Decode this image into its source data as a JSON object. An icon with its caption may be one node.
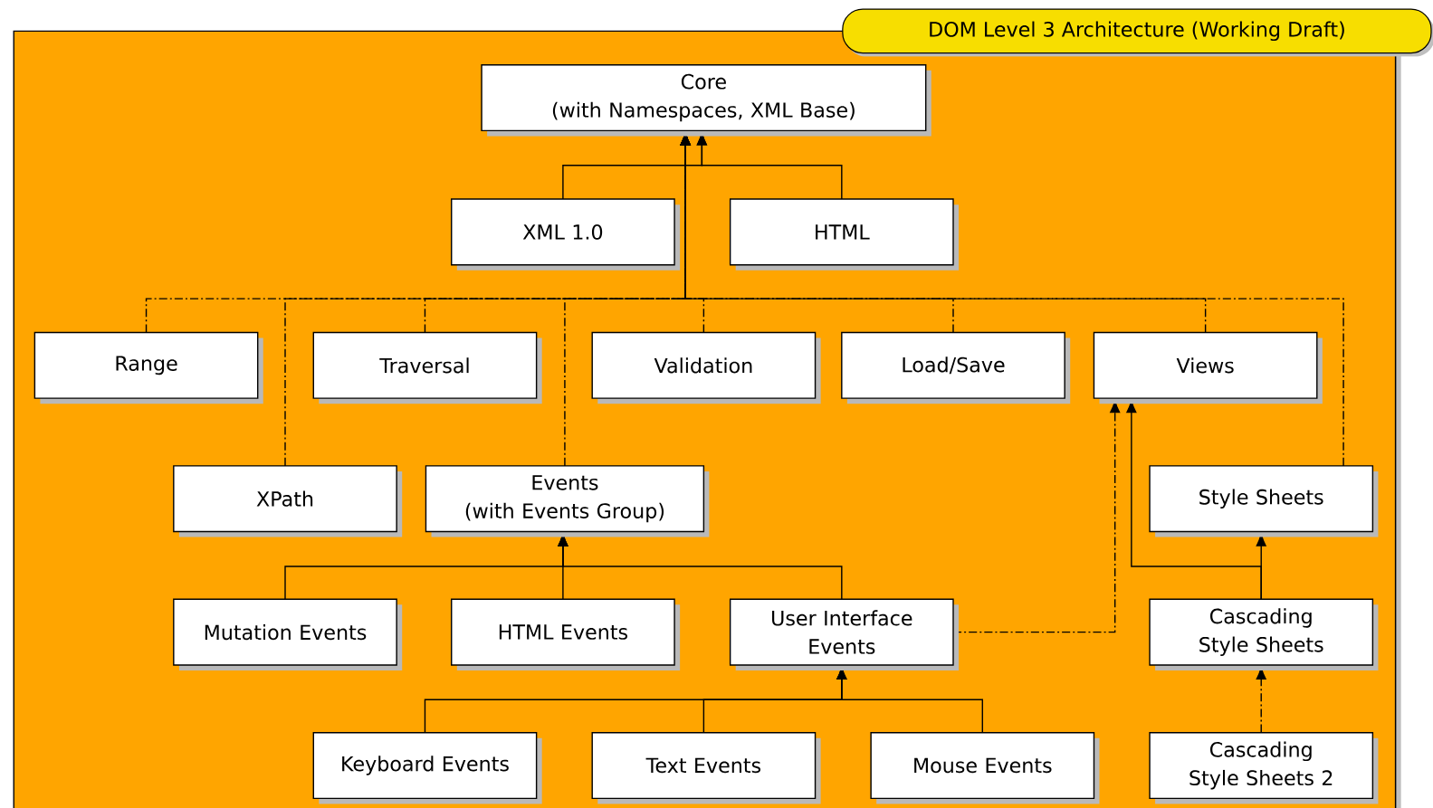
{
  "diagram": {
    "title": "DOM Level 3 Architecture (Working Draft)",
    "nodes": [
      {
        "text": [
          "Core",
          "(with Namespaces, XML Base)"
        ]
      },
      {
        "text": [
          "XML 1.0"
        ]
      },
      {
        "text": [
          "HTML"
        ]
      },
      {
        "text": [
          "Range"
        ]
      },
      {
        "text": [
          "Traversal"
        ]
      },
      {
        "text": [
          "Validation"
        ]
      },
      {
        "text": [
          "Load/Save"
        ]
      },
      {
        "text": [
          "Views"
        ]
      },
      {
        "text": [
          "XPath"
        ]
      },
      {
        "text": [
          "Events",
          "(with Events Group)"
        ]
      },
      {
        "text": [
          "Style Sheets"
        ]
      },
      {
        "text": [
          "Mutation Events"
        ]
      },
      {
        "text": [
          "HTML Events"
        ]
      },
      {
        "text": [
          "User Interface Events"
        ]
      },
      {
        "text": [
          "Cascading Style Sheets"
        ]
      },
      {
        "text": [
          "Keyboard Events"
        ]
      },
      {
        "text": [
          "Text Events"
        ]
      },
      {
        "text": [
          "Mouse Events"
        ]
      },
      {
        "text": [
          "Cascading Style Sheets 2"
        ]
      }
    ],
    "edges": [
      {
        "from": 1,
        "to": 0,
        "arrow": "to"
      },
      {
        "from": 2,
        "to": 0,
        "arrow": "to"
      },
      {
        "from": 3,
        "to": 0,
        "arrow": "to",
        "style": "dashed"
      },
      {
        "from": 8,
        "to": 0,
        "arrow": "to",
        "style": "dashed"
      },
      {
        "from": 4,
        "to": 0,
        "arrow": "to",
        "style": "dashed"
      },
      {
        "from": 9,
        "to": 0,
        "arrow": "to",
        "style": "dashed"
      },
      {
        "from": 5,
        "to": 0,
        "arrow": "to",
        "style": "dashed"
      },
      {
        "from": 6,
        "to": 0,
        "arrow": "to",
        "style": "dashed"
      },
      {
        "from": 7,
        "to": 0,
        "arrow": "to",
        "style": "dashed"
      },
      {
        "from": 10,
        "to": 0,
        "arrow": "to",
        "style": "dashed"
      },
      {
        "from": 11,
        "to": 9,
        "arrow": "to"
      },
      {
        "from": 12,
        "to": 9,
        "arrow": "to"
      },
      {
        "from": 13,
        "to": 9,
        "arrow": "to"
      },
      {
        "from": 13,
        "to": 7,
        "arrow": "to",
        "style": "dashed"
      },
      {
        "from": 14,
        "to": 7,
        "arrow": "to"
      },
      {
        "from": 14,
        "to": 10,
        "arrow": "to"
      },
      {
        "from": 15,
        "to": 13,
        "arrow": "to"
      },
      {
        "from": 16,
        "to": 13,
        "arrow": "to"
      },
      {
        "from": 17,
        "to": 13,
        "arrow": "to"
      },
      {
        "from": 18,
        "to": 14,
        "arrow": "to",
        "style": "dashed"
      }
    ]
  }
}
